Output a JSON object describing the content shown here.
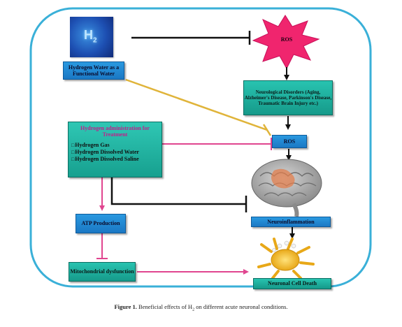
{
  "tile_label": "H",
  "tile_subscript": "2",
  "nodes": {
    "hydrogen_water": "Hydrogen Water as a Functional Water",
    "ros_top": "ROS",
    "neuro_disorders": "Neurological Disorders (Aging, Alzheimer's Disease, Parkinson's Disease, Traumatic Brain Injury etc.)",
    "ros_mid": "ROS",
    "treatment_title": "Hydrogen administration for Treatment",
    "treatment_items": [
      "Hydrogen Gas",
      "Hydrogen Dissolved Water",
      "Hydrogen Dissolved Saline"
    ],
    "atp": "ATP Production",
    "mito": "Mitochondrial dysfunction",
    "neuroinflammation": "Neuroinflammation",
    "cell_death": "Neuronal Cell Death"
  },
  "caption": {
    "label": "Figure 1.",
    "text_before": "Beneficial effects of H",
    "subscript": "2",
    "text_after": " on different acute neuronal conditions."
  },
  "colors": {
    "frame": "#3ab0d8",
    "inhibit_black": "#111111",
    "inhibit_gold": "#e0b43a",
    "inhibit_pink": "#e0458f",
    "ros_star": "#f0256e"
  }
}
